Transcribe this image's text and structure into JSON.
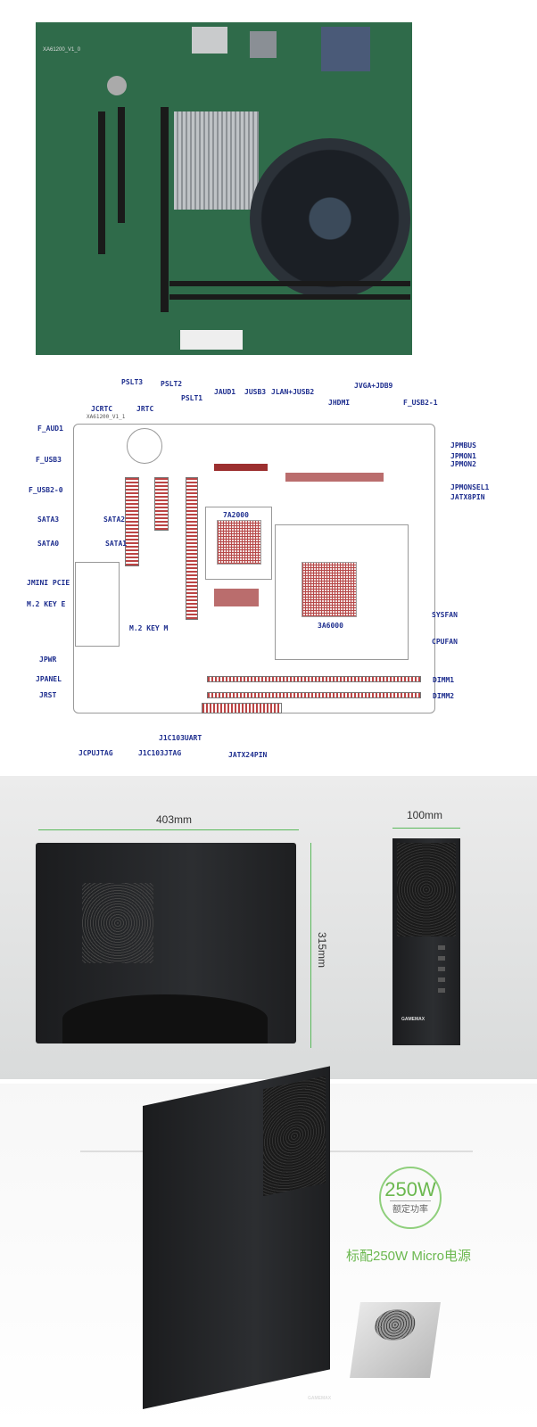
{
  "photo": {
    "board_silkscreen": "XA61200_V1_0"
  },
  "diagram": {
    "board_name": "XA61200_V1_1",
    "chips": {
      "bridge": "7A2000",
      "cpu": "3A6000"
    },
    "labels": {
      "pslt3": "PSLT3",
      "pslt2": "PSLT2",
      "jrtc": "JRTC",
      "pslt1": "PSLT1",
      "jcrtc": "JCRTC",
      "jaud1": "JAUD1",
      "jusb3": "JUSB3",
      "jlan": "JLAN+JUSB2",
      "jhdmi": "JHDMI",
      "jvga": "JVGA+JDB9",
      "fusb21": "F_USB2-1",
      "faud1": "F_AUD1",
      "fusb3": "F_USB3",
      "fusb20": "F_USB2-0",
      "sata3": "SATA3",
      "sata2": "SATA2",
      "sata0": "SATA0",
      "sata1": "SATA1",
      "jmini": "JMINI PCIE",
      "m2e": "M.2 KEY E",
      "m2m": "M.2 KEY M",
      "jpmbus": "JPMBUS",
      "jpmon1": "JPMON1",
      "jpmon2": "JPMON2",
      "jpmonsel1": "JPMONSEL1",
      "jatx8": "JATX8PIN",
      "sysfan": "SYSFAN",
      "cpufan": "CPUFAN",
      "dimm1": "DIMM1",
      "dimm2": "DIMM2",
      "jpwr": "JPWR",
      "jpanel": "JPANEL",
      "jrst": "JRST",
      "jcpujtag": "JCPUJTAG",
      "uart": "J1C103UART",
      "jtag": "J1C103JTAG",
      "jatx24": "JATX24PIN"
    }
  },
  "dimensions": {
    "length": "403mm",
    "height": "315mm",
    "width": "100mm",
    "brand": "GAMEMAX"
  },
  "psu": {
    "watt": "250W",
    "rated": "额定功率",
    "caption": "标配250W Micro电源",
    "accent": "#6bb84f"
  }
}
